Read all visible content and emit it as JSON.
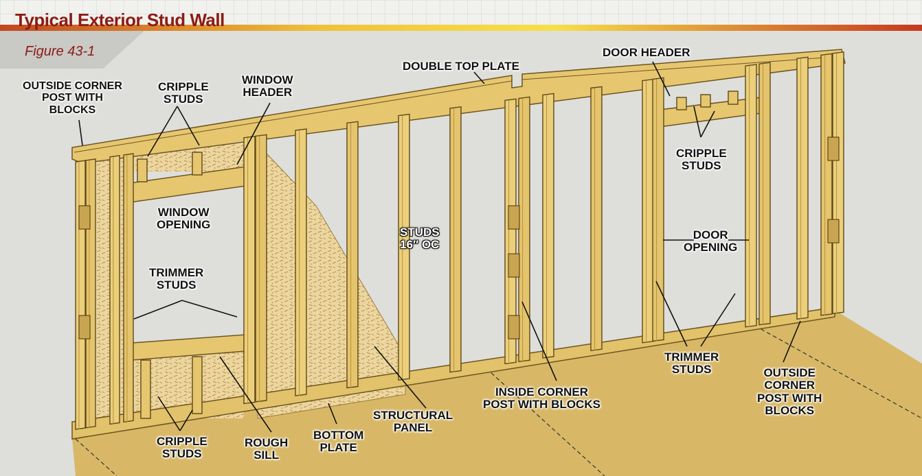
{
  "header": {
    "title": "Typical Exterior Stud Wall",
    "figure": "Figure  43-1"
  },
  "labels": {
    "double_top_plate": "DOUBLE TOP PLATE",
    "outside_corner_left": [
      "OUTSIDE CORNER",
      "POST WITH",
      "BLOCKS"
    ],
    "cripple_studs_top_left": [
      "CRIPPLE",
      "STUDS"
    ],
    "window_header": [
      "WINDOW",
      "HEADER"
    ],
    "window_opening": [
      "WINDOW",
      "OPENING"
    ],
    "trimmer_studs_left": [
      "TRIMMER",
      "STUDS"
    ],
    "studs_oc": [
      "STUDS",
      "16″ OC"
    ],
    "door_header": "DOOR HEADER",
    "cripple_studs_door": [
      "CRIPPLE",
      "STUDS"
    ],
    "door_opening": [
      "DOOR",
      "OPENING"
    ],
    "trimmer_studs_right": [
      "TRIMMER",
      "STUDS"
    ],
    "outside_corner_right": [
      "OUTSIDE",
      "CORNER",
      "POST WITH",
      "BLOCKS"
    ],
    "inside_corner": [
      "INSIDE CORNER",
      "POST WITH BLOCKS"
    ],
    "structural_panel": [
      "STRUCTURAL",
      "PANEL"
    ],
    "bottom_plate": [
      "BOTTOM",
      "PLATE"
    ],
    "rough_sill": [
      "ROUGH",
      "SILL"
    ],
    "cripple_studs_bottom": [
      "CRIPPLE",
      "STUDS"
    ]
  },
  "colors": {
    "title_red": "#8b1c14",
    "wood": "#e6c770",
    "wood_dark": "#b8923c",
    "panel": "#e8cf95",
    "floor": "#d5b560"
  }
}
